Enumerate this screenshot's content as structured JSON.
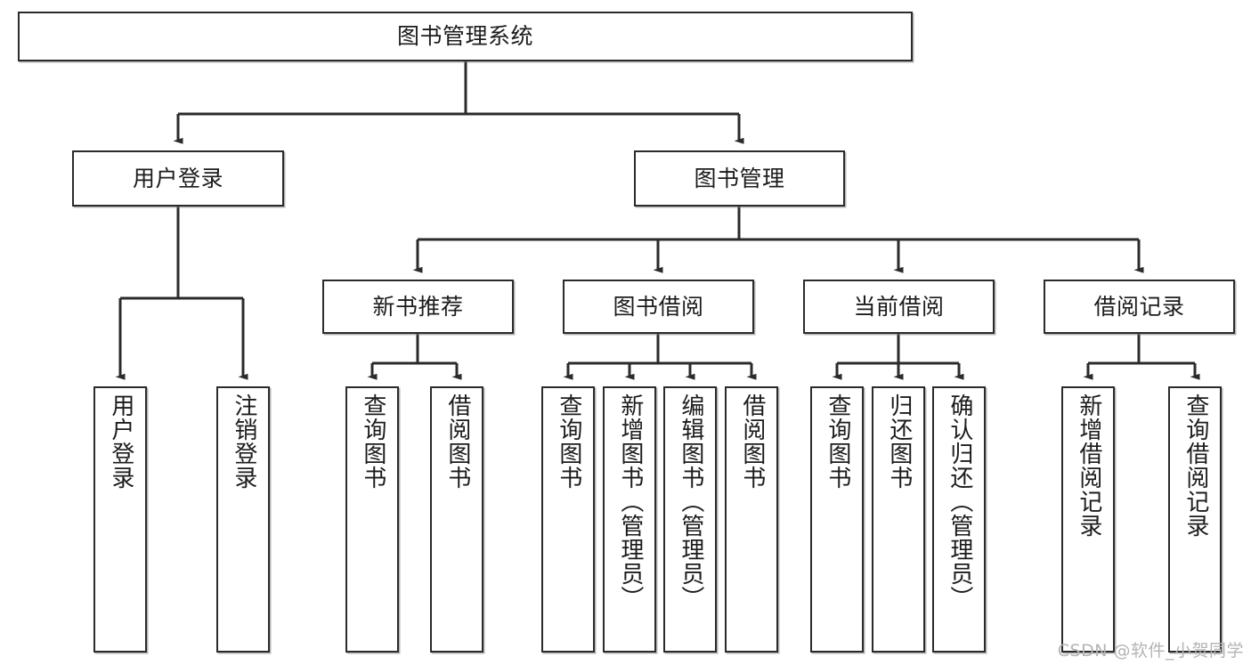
{
  "diagram": {
    "type": "tree-hierarchy-chart",
    "title": "图书管理系统",
    "orientation": "top-down",
    "colors": {
      "stroke": "#2b2b2b",
      "fill": "#ffffff",
      "text": "#1c1c1c",
      "watermark": "#b4b4b4"
    }
  },
  "root": {
    "label": "图书管理系统"
  },
  "level2": [
    {
      "label": "用户登录"
    },
    {
      "label": "图书管理"
    }
  ],
  "level3": [
    {
      "label": "新书推荐"
    },
    {
      "label": "图书借阅"
    },
    {
      "label": "当前借阅"
    },
    {
      "label": "借阅记录"
    }
  ],
  "leaves": {
    "user_login": [
      {
        "label": "用户登录"
      },
      {
        "label": "注销登录"
      }
    ],
    "new_book_recommend": [
      {
        "label": "查询图书"
      },
      {
        "label": "借阅图书"
      }
    ],
    "book_borrow": [
      {
        "label": "查询图书"
      },
      {
        "label": "新增图书（管理员）"
      },
      {
        "label": "编辑图书（管理员）"
      },
      {
        "label": "借阅图书"
      }
    ],
    "current_borrow": [
      {
        "label": "查询图书"
      },
      {
        "label": "归还图书"
      },
      {
        "label": "确认归还（管理员）"
      }
    ],
    "borrow_record": [
      {
        "label": "新增借阅记录"
      },
      {
        "label": "查询借阅记录"
      }
    ]
  },
  "watermark": {
    "text": "CSDN @软件_小贺同学"
  }
}
